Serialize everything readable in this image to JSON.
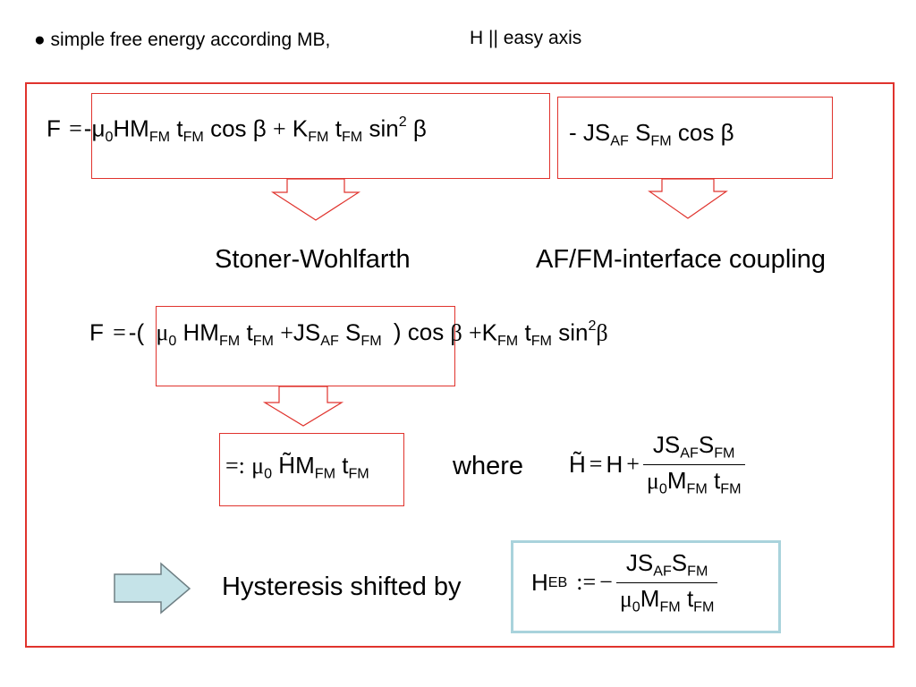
{
  "header": {
    "bullet": "●",
    "line1": "simple free energy according MB,",
    "line2": "H || easy axis"
  },
  "colors": {
    "frame": "#e0332d",
    "box_light_blue": "#a9d3dc",
    "arrow_fill": "#c5e3e8",
    "arrow_stroke": "#6e7f84"
  },
  "eq1": {
    "F": "F",
    "eq": "=",
    "mu": "-μ",
    "mu_sub": "0",
    "HM": "HM",
    "fm1": "FM",
    "t": "t",
    "fm2": "FM",
    "cos": "cos β",
    "plus": "+",
    "K": "K",
    "fm3": "FM",
    "t2": "t",
    "fm4": "FM",
    "sin": "sin",
    "sin_sup": "2",
    "beta": "β"
  },
  "eq1b": {
    "minus_j": "- J",
    "S": "S",
    "af": "AF",
    "S2": "S",
    "fm": "FM",
    "cos": "cos β"
  },
  "labels": {
    "stoner": "Stoner-Wohlfarth",
    "interface": "AF/FM-interface coupling",
    "where": "where",
    "hysteresis": "Hysteresis shifted by"
  },
  "eq2": {
    "F": "F",
    "eq": "=",
    "open": "-(",
    "mu": "μ",
    "mu_sub": "0",
    "H": "H",
    "M": "M",
    "fm1": "FM",
    "t": "t",
    "fm2": "FM",
    "plus": "+",
    "J": "J",
    "S": "S",
    "af": "AF",
    "S2": "S",
    "fm3": "FM",
    "close": ") cos",
    "beta": "β",
    "plus2": "+",
    "K": "K",
    "fm4": "FM",
    "t2": "t",
    "fm5": "FM",
    "sin": "sin",
    "sin_sup": "2",
    "beta2": "β"
  },
  "eq3": {
    "def": "=:",
    "mu": "μ",
    "mu_sub": "0",
    "H": "H̃",
    "M": "M",
    "fm1": "FM",
    "t": "t",
    "fm2": "FM"
  },
  "eq4": {
    "H": "H̃",
    "eq": "=",
    "H2": "H",
    "plus": "+",
    "num_J": "JS",
    "num_af": "AF",
    "num_S": "S",
    "num_fm": "FM",
    "den_mu": "μ",
    "den_0": "0",
    "den_M": "M",
    "den_fm": "FM",
    "den_t": "t",
    "den_fm2": "FM"
  },
  "eq5": {
    "H": "H",
    "eb": "EB",
    "def": ":=",
    "minus": "−",
    "num_J": "JS",
    "num_af": "AF",
    "num_S": "S",
    "num_fm": "FM",
    "den_mu": "μ",
    "den_0": "0",
    "den_M": "M",
    "den_fm": "FM",
    "den_t": "t",
    "den_fm2": "FM"
  }
}
